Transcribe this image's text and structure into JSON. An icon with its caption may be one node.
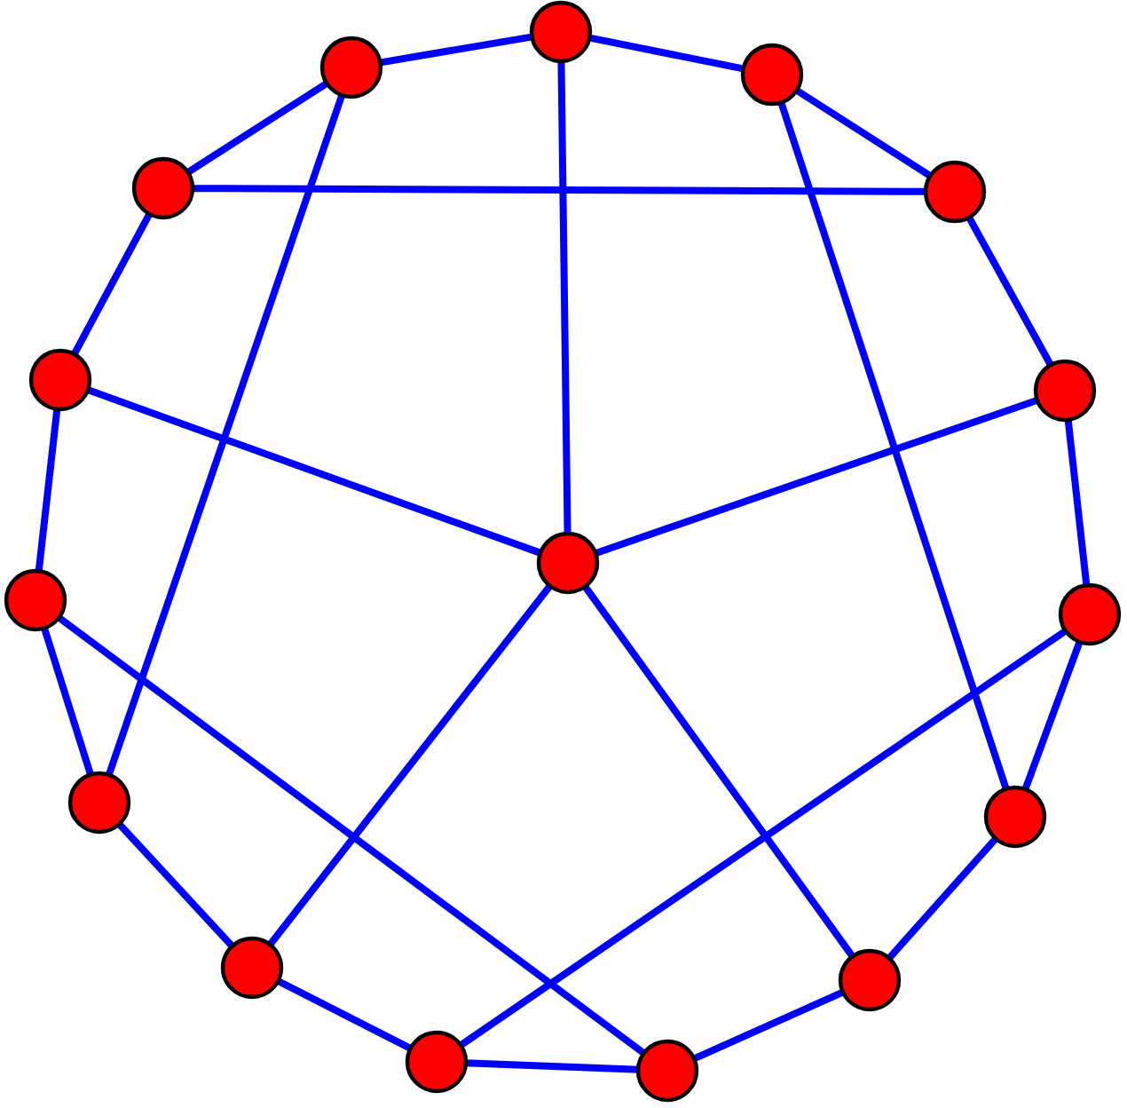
{
  "diagram": {
    "nodes": [
      {
        "text": [],
        "shape": "circle"
      },
      {
        "text": [],
        "shape": "circle"
      },
      {
        "text": [],
        "shape": "circle"
      },
      {
        "text": [],
        "shape": "circle"
      },
      {
        "text": [],
        "shape": "circle"
      },
      {
        "text": [],
        "shape": "circle"
      },
      {
        "text": [],
        "shape": "circle"
      },
      {
        "text": [],
        "shape": "circle"
      },
      {
        "text": [],
        "shape": "circle"
      },
      {
        "text": [],
        "shape": "circle"
      },
      {
        "text": [],
        "shape": "circle"
      },
      {
        "text": [],
        "shape": "circle"
      },
      {
        "text": [],
        "shape": "circle"
      },
      {
        "text": [],
        "shape": "circle"
      },
      {
        "text": [],
        "shape": "circle"
      },
      {
        "text": [],
        "shape": "circle"
      }
    ],
    "edges": [
      {
        "from": 0,
        "to": 2,
        "arrow": "none"
      },
      {
        "from": 2,
        "to": 4,
        "arrow": "none"
      },
      {
        "from": 4,
        "to": 6,
        "arrow": "none"
      },
      {
        "from": 6,
        "to": 9,
        "arrow": "none"
      },
      {
        "from": 9,
        "to": 11,
        "arrow": "none"
      },
      {
        "from": 11,
        "to": 13,
        "arrow": "none"
      },
      {
        "from": 13,
        "to": 15,
        "arrow": "none"
      },
      {
        "from": 15,
        "to": 14,
        "arrow": "none"
      },
      {
        "from": 14,
        "to": 12,
        "arrow": "none"
      },
      {
        "from": 12,
        "to": 10,
        "arrow": "none"
      },
      {
        "from": 10,
        "to": 8,
        "arrow": "none"
      },
      {
        "from": 8,
        "to": 5,
        "arrow": "none"
      },
      {
        "from": 5,
        "to": 3,
        "arrow": "none"
      },
      {
        "from": 3,
        "to": 1,
        "arrow": "none"
      },
      {
        "from": 1,
        "to": 0,
        "arrow": "none"
      },
      {
        "from": 7,
        "to": 0,
        "arrow": "none"
      },
      {
        "from": 7,
        "to": 6,
        "arrow": "none"
      },
      {
        "from": 7,
        "to": 13,
        "arrow": "none"
      },
      {
        "from": 7,
        "to": 12,
        "arrow": "none"
      },
      {
        "from": 7,
        "to": 5,
        "arrow": "none"
      },
      {
        "from": 3,
        "to": 4,
        "arrow": "none"
      },
      {
        "from": 1,
        "to": 10,
        "arrow": "none"
      },
      {
        "from": 2,
        "to": 11,
        "arrow": "none"
      },
      {
        "from": 9,
        "to": 14,
        "arrow": "none"
      },
      {
        "from": 8,
        "to": 15,
        "arrow": "none"
      }
    ]
  }
}
